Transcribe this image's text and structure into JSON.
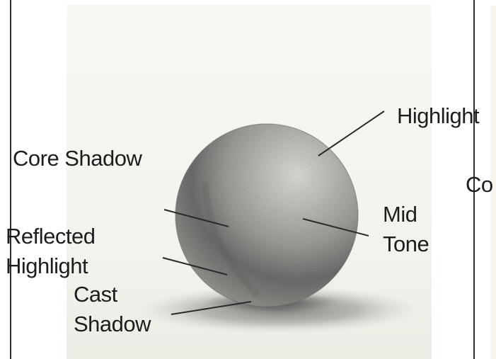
{
  "labels": {
    "highlight": "Highlight",
    "core_shadow": "Core Shadow",
    "cut_off": "Co",
    "mid_tone": [
      "Mid",
      "Tone"
    ],
    "reflected_highlight": [
      "Reflected",
      "Highlight"
    ],
    "cast_shadow": [
      "Cast",
      "Shadow"
    ]
  },
  "colors": {
    "text": "#1d1d1d",
    "pointer": "#2a2a2a",
    "paper": "#f6f4ee"
  }
}
